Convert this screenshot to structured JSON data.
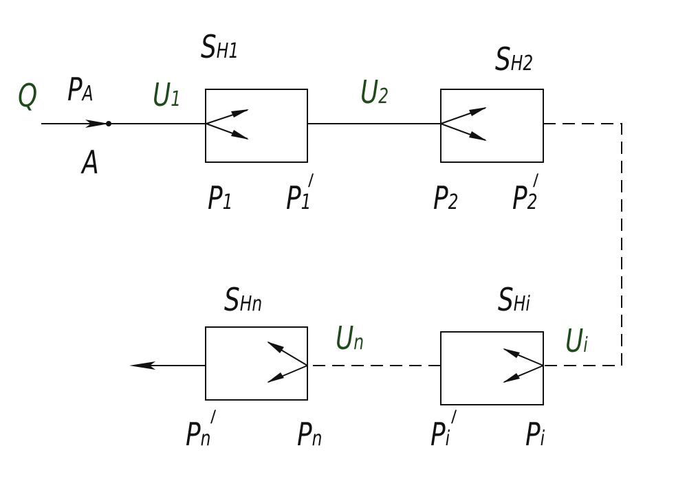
{
  "labels": {
    "q": "Q",
    "p_a": {
      "base": "P",
      "sub": "A"
    },
    "a": "A",
    "u1": {
      "base": "U",
      "sub": "1"
    },
    "u2": {
      "base": "U",
      "sub": "2"
    },
    "un": {
      "base": "U",
      "sub": "n"
    },
    "ui": {
      "base": "U",
      "sub": "i"
    },
    "sh1": {
      "base": "S",
      "sub": "H1"
    },
    "sh2": {
      "base": "S",
      "sub": "H2"
    },
    "shn": {
      "base": "S",
      "sub": "Hn"
    },
    "shi": {
      "base": "S",
      "sub": "Hi"
    },
    "p1": {
      "base": "P",
      "sub": "1"
    },
    "p1p": {
      "base": "P",
      "sub": "1",
      "prime": "/"
    },
    "p2": {
      "base": "P",
      "sub": "2"
    },
    "p2p": {
      "base": "P",
      "sub": "2",
      "prime": "/"
    },
    "pnp": {
      "base": "P",
      "sub": "n",
      "prime": "/"
    },
    "pn": {
      "base": "P",
      "sub": "n"
    },
    "pip": {
      "base": "P",
      "sub": "i",
      "prime": "/"
    },
    "pi": {
      "base": "P",
      "sub": "i"
    }
  },
  "colors": {
    "accent": "#1f4a1c",
    "ink": "#111111"
  }
}
